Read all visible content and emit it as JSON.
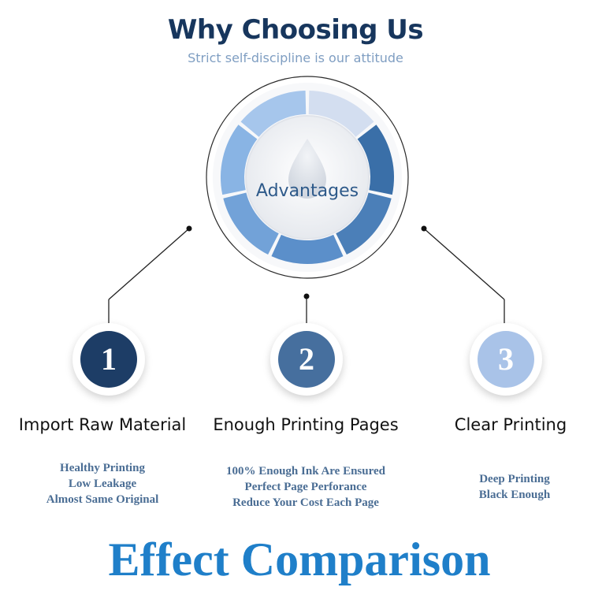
{
  "header": {
    "title": "Why Choosing Us",
    "subtitle": "Strict self-discipline is our attitude"
  },
  "hub": {
    "label": "Advantages",
    "ring_colors": [
      "#d3def0",
      "#3a6fa8",
      "#4b7fb8",
      "#5b8fca",
      "#72a2d8",
      "#89b4e4",
      "#a6c6ec"
    ]
  },
  "features": [
    {
      "number": "1",
      "color": "#1d3d66",
      "title": "Import Raw Material",
      "lines": [
        "Healthy Printing",
        "Low Leakage",
        "Almost Same Original"
      ]
    },
    {
      "number": "2",
      "color": "#466f9e",
      "title": "Enough Printing Pages",
      "lines": [
        "100% Enough Ink Are Ensured",
        "Perfect Page Perforance",
        "Reduce Your Cost Each Page"
      ]
    },
    {
      "number": "3",
      "color": "#a9c3e8",
      "title": "Clear Printing",
      "lines": [
        "Deep Printing",
        "Black Enough"
      ]
    }
  ],
  "footer": {
    "text": "Effect Comparison"
  }
}
